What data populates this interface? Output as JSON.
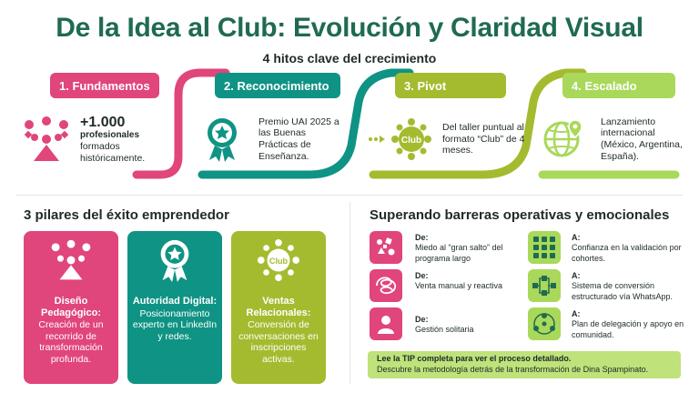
{
  "header": {
    "title": "De la Idea al Club: Evolución y Claridad Visual",
    "subtitle": "4 hitos clave del crecimiento"
  },
  "colors": {
    "pink": "#e0457b",
    "teal": "#0f9384",
    "olive": "#a4bb2f",
    "lime": "#a9d85a",
    "title_green": "#1f6b50"
  },
  "timeline": [
    {
      "label": "1. Fundamentos",
      "big": "+1.000",
      "strong": "profesionales",
      "text": "formados históricamente.",
      "icon": "network-people-icon"
    },
    {
      "label": "2. Reconocimiento",
      "text": "Premio UAI 2025 a las Buenas Prácticas de Enseñanza.",
      "icon": "award-ribbon-icon"
    },
    {
      "label": "3. Pivot",
      "text": "Del taller puntual al formato “Club” de 4 meses.",
      "icon_text": "Club",
      "icon": "club-network-icon"
    },
    {
      "label": "4. Escalado",
      "text": "Lanzamiento internacional (México, Argentina, España).",
      "icon": "globe-pin-icon"
    }
  ],
  "pillars": {
    "section_title": "3 pilares del éxito emprendedor",
    "items": [
      {
        "title": "Diseño Pedagógico:",
        "desc": "Creación de un recorrido de transformación profunda.",
        "icon": "network-people-icon"
      },
      {
        "title": "Autoridad Digital:",
        "desc": "Posicionamiento experto en LinkedIn y redes.",
        "icon": "award-ribbon-icon"
      },
      {
        "title": "Ventas Relacionales:",
        "desc": "Conversión de conversaciones en inscripciones activas.",
        "icon_text": "Club",
        "icon": "club-network-icon"
      }
    ]
  },
  "barriers": {
    "section_title": "Superando barreras operativas y emocionales",
    "from_label": "De:",
    "to_label": "A:",
    "rows": [
      {
        "from": "Miedo al “gran salto” del programa largo",
        "to": "Confianza en la validación por cohortes.",
        "from_icon": "scattered-shapes-icon",
        "to_icon": "grid-blocks-icon"
      },
      {
        "from": "Venta manual y reactiva",
        "to": "Sistema de conversión estructurado vía WhatsApp.",
        "from_icon": "tangled-line-icon",
        "to_icon": "flowchart-icon"
      },
      {
        "from": "Gestión solitaria",
        "to": "Plan de delegación y apoyo en comunidad.",
        "from_icon": "single-person-icon",
        "to_icon": "team-circle-icon"
      }
    ]
  },
  "cta": {
    "line1": "Lee la TIP completa para ver el proceso detallado.",
    "line2": "Descubre la metodología detrás de la transformación de Dina Spampinato."
  }
}
